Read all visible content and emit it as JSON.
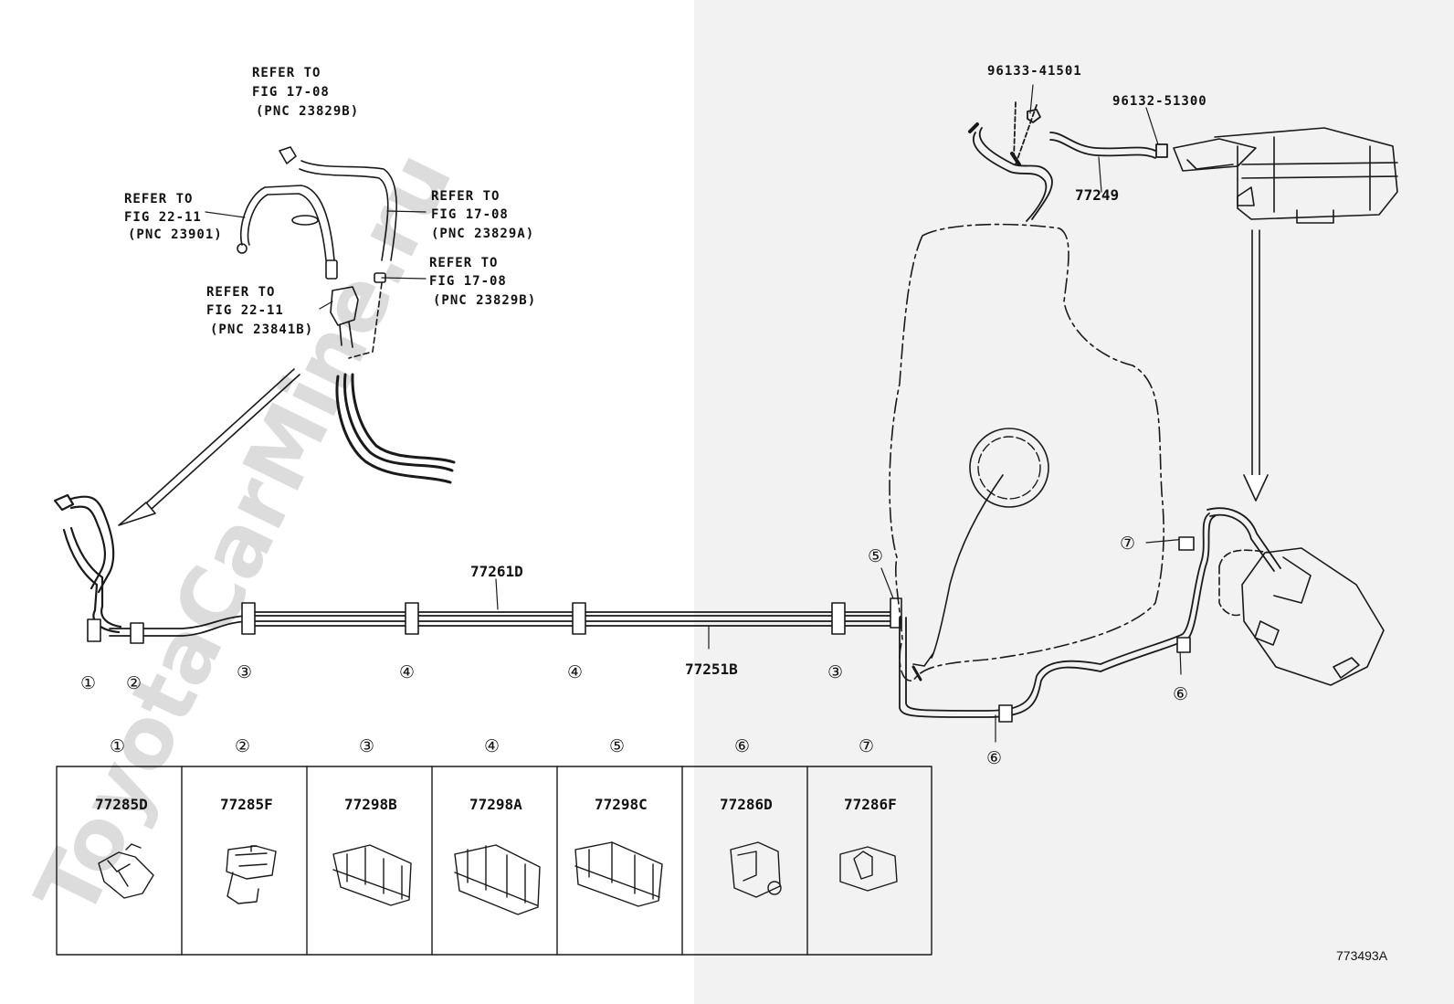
{
  "colors": {
    "ink": "#1a1a1a",
    "background_left": "#ffffff",
    "background_right": "#f2f2f2",
    "watermark": "#dcdcdc"
  },
  "watermark": "ToyotaCarMine.ru",
  "callouts": {
    "fig17_top": [
      "REFER TO",
      "FIG 17-08",
      "(PNC 23829B)"
    ],
    "fig22_left": [
      "REFER TO",
      "FIG 22-11",
      "(PNC 23901)"
    ],
    "fig17_mid": [
      "REFER TO",
      "FIG 17-08",
      "(PNC 23829A)"
    ],
    "fig22_low": [
      "REFER TO",
      "FIG 22-11",
      "(PNC 23841B)"
    ],
    "fig17_low": [
      "REFER TO",
      "FIG 17-08",
      "(PNC 23829B)"
    ]
  },
  "parts": {
    "p96133": "96133-41501",
    "p96132": "96132-51300",
    "p77249": "77249",
    "p77261d": "77261D",
    "p77251b": "77251B"
  },
  "clip_markers": [
    "①",
    "②",
    "③",
    "④",
    "④",
    "③",
    "⑤",
    "⑥",
    "⑥",
    "⑦"
  ],
  "legend": [
    {
      "marker": "①",
      "part": "77285D"
    },
    {
      "marker": "②",
      "part": "77285F"
    },
    {
      "marker": "③",
      "part": "77298B"
    },
    {
      "marker": "④",
      "part": "77298A"
    },
    {
      "marker": "⑤",
      "part": "77298C"
    },
    {
      "marker": "⑥",
      "part": "77286D"
    },
    {
      "marker": "⑦",
      "part": "77286F"
    }
  ],
  "diagram_code": "773493A"
}
